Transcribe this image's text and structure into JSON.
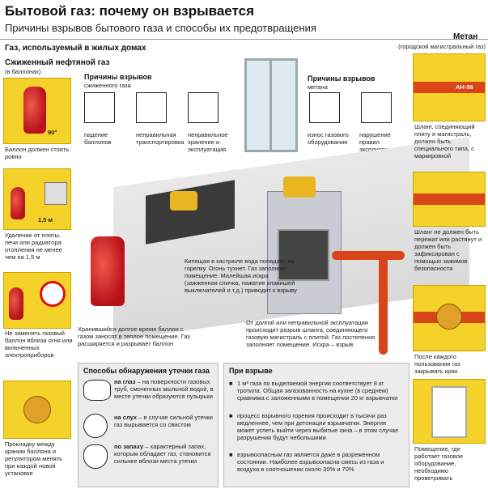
{
  "header": {
    "title": "Бытовой газ: почему он взрывается",
    "subtitle": "Причины взрывов бытового газа и способы их предотвращения"
  },
  "section_home_gas": "Газ, используемый в жилых домах",
  "methane": {
    "title": "Метан",
    "subtitle": "(городской магистральный газ)",
    "pipe_label": "АН-56",
    "notes": [
      "Шланг, соединяющий плиту и магистраль, должен быть специального типа, с маркировкой",
      "Шланг не должен быть пережат или растянут и должен быть зафиксирован с помощью зажимов безопасности",
      "После каждого пользования газ закрывать кран",
      "Помещение, где работает газовое оборудование, необходимо проветривать"
    ]
  },
  "lpg": {
    "title": "Сжиженный нефтяной газ",
    "subtitle": "(в баллонах)",
    "angle": "90°",
    "distance": "1,5 м",
    "notes": [
      "Баллон должен стоять ровно",
      "Удаление от плиты, печи или радиатора отопления не менее чем на 1,5 м",
      "Не заменять газовый баллон вблизи огня или включенных электроприборов",
      "Прокладку между краном баллона и регулятором менять при каждой новой установке"
    ]
  },
  "causes_lpg": {
    "title": "Причины взрывов",
    "subtitle": "сжиженного газа",
    "items": [
      "падение баллонов",
      "неправильная транспортировка",
      "неправильное хранение и эксплуатация"
    ]
  },
  "causes_methane": {
    "title": "Причины взрывов",
    "subtitle": "метана",
    "items": [
      "износ газового оборудования",
      "нарушение правил эксплуатации газового оборудования"
    ]
  },
  "callouts": {
    "pot": "Кипящая в кастрюле вода попадает на горелку. Огонь тухнет. Газ заполняет помещение. Малейшая искра (зажженная спичка, нажатие клавишей выключателей и т.д.) приводит к взрыву",
    "cylinder": "Хранившийся долгое время баллон с газом заносят в теплое помещение. Газ расширяется и разрывает баллон",
    "hose": "От долгой или неправильной эксплуатации происходит разрыв шланга, соединяющего газовую магистраль с плитой. Газ постепенно заполняет помещение. Искра – взрыв"
  },
  "detection": {
    "title": "Способы обнаружения утечки газа",
    "items": [
      {
        "lead": "на глаз",
        "text": " – на поверхности газовых труб, смоченных мыльной водой, в месте утечки образуются пузырьки"
      },
      {
        "lead": "на слух",
        "text": " – в случае сильной утечки газ вырывается со свистом"
      },
      {
        "lead": "по запаху",
        "text": " – характерный запах, которым обладает газ, становится сильнее вблизи места утечки"
      }
    ]
  },
  "explosion": {
    "title": "При взрыве",
    "items": [
      "1 м³ газа по выделяемой энергии соответствует 8 кг тротила. Общая загазованность на кухне (в среднем) сравнима с заложенными в помещении 20 кг взрывчатки",
      "процесс взрывного горения происходит в тысячи раз медленнее, чем при детонации взрывчатки. Энергия может успеть выйти через выбитые окна – в этом случае разрушения будут небольшими",
      "взрывоопасным газ является даже в разреженном состоянии. Наиболее взрывоопасна смесь из газа и воздуха в соотношении около 30% и 70%"
    ]
  },
  "colors": {
    "accent_yellow": "#f5d22a",
    "cylinder_red": "#c8141c",
    "pipe_orange": "#d94419"
  }
}
